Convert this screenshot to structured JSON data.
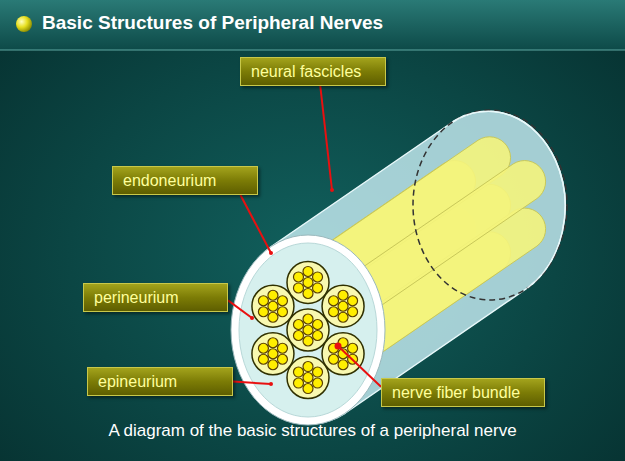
{
  "diagram": {
    "title": "Basic Structures of Peripheral Nerves",
    "caption": "A diagram of the basic structures of a peripheral nerve",
    "nodes": [
      {
        "text": [
          "neural fascicles"
        ]
      },
      {
        "text": [
          "endoneurium"
        ]
      },
      {
        "text": [
          "perineurium"
        ]
      },
      {
        "text": [
          "epineurium"
        ]
      },
      {
        "text": [
          "nerve fiber bundle"
        ]
      }
    ]
  }
}
